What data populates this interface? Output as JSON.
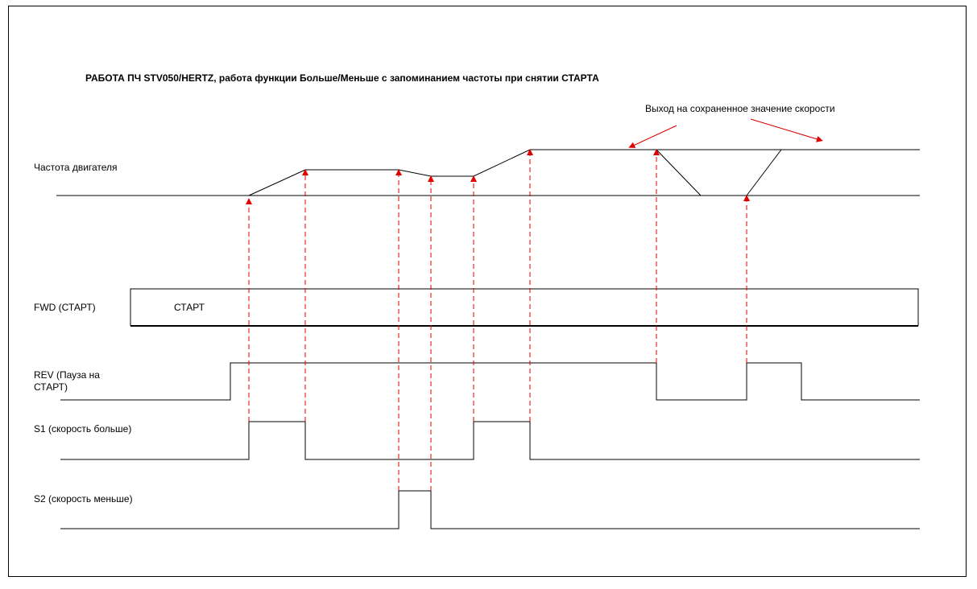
{
  "title": "РАБОТА ПЧ STV050/HERTZ, работа функции Больше/Меньше с запоминанием частоты при снятии СТАРТА",
  "annotation": "Выход на сохраненное значение скорости",
  "signals": {
    "motor_freq": "Частота двигателя",
    "fwd": "FWD (СТАРТ)",
    "fwd_box": "СТАРТ",
    "rev_line1": "REV (Пауза на",
    "rev_line2": "СТАРТ)",
    "s1": "S1 (скорость больше)",
    "s2": "S2 (скорость меньше)"
  },
  "colors": {
    "line": "#000000",
    "marker": "#e00000"
  }
}
